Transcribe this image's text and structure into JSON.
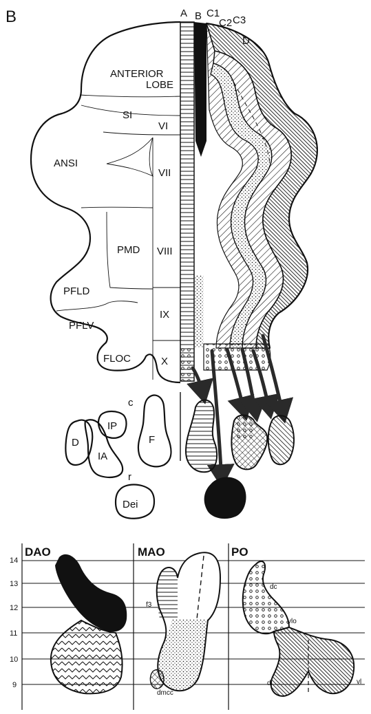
{
  "panel_label": "B",
  "zone_labels": {
    "A": "A",
    "B": "B",
    "C1": "C1",
    "C2": "C2",
    "C3": "C3",
    "D": "D"
  },
  "lobule_labels": {
    "anterior": "ANTERIOR",
    "lobe": "LOBE",
    "si": "SI",
    "ansi": "ANSI",
    "pmd": "PMD",
    "pfld": "PFLD",
    "pflv": "PFLV",
    "floc": "FLOC",
    "vi": "VI",
    "vii": "VII",
    "viii": "VIII",
    "ix": "IX",
    "x": "X"
  },
  "nuclei_labels": {
    "c": "c",
    "r": "r",
    "ip": "IP",
    "d": "D",
    "ia": "IA",
    "f": "F",
    "dei": "Dei"
  },
  "olive": {
    "headers": [
      "DAO",
      "MAO",
      "PO"
    ],
    "scale_ticks": [
      "14",
      "13",
      "12",
      "11",
      "10",
      "9"
    ],
    "sublabels": {
      "f3": "f3",
      "dmcc": "dmcc",
      "dc": "dc",
      "vlo": "vlo",
      "dl": "dl",
      "vl": "vl"
    }
  },
  "patterns": {
    "zone_A": "horizontal-lines",
    "zone_B": "solid-black",
    "zone_C1": "diagonal-lines",
    "zone_C2": "fine-dots",
    "zone_C3": "diagonal-lines",
    "zone_D": "dense-hatch",
    "x_zone": "open-circles",
    "c1_c3_nucleus": "cross-hatch"
  },
  "colors": {
    "ink": "#111111",
    "paper": "#ffffff"
  }
}
